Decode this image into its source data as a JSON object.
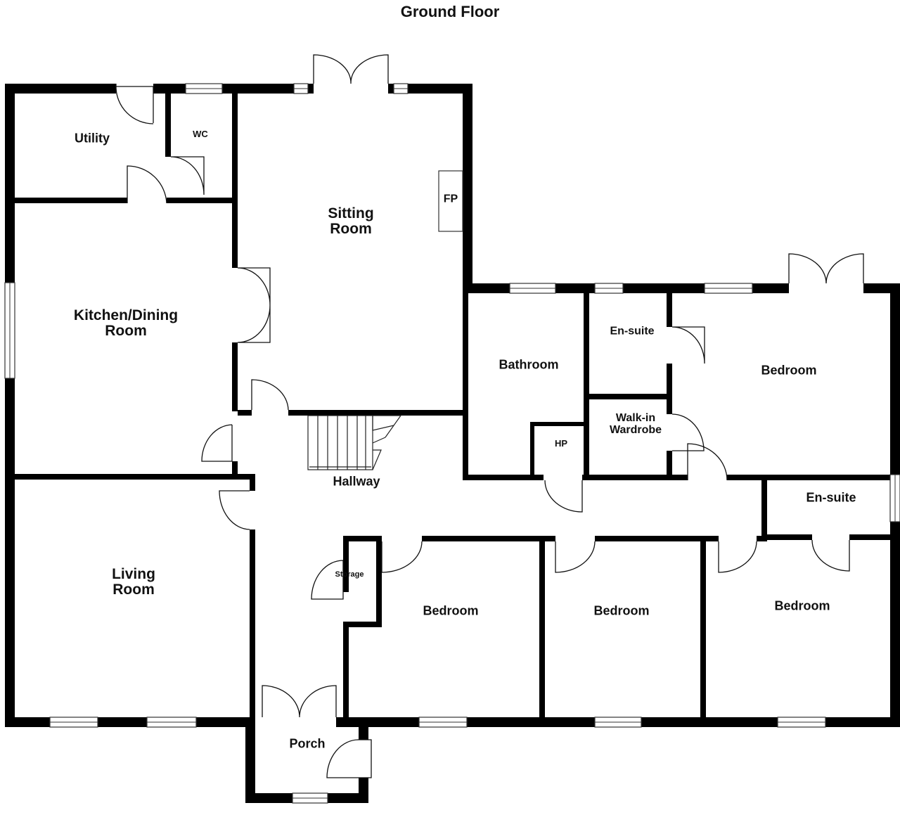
{
  "title": "Ground Floor",
  "rooms": {
    "utility": "Utility",
    "wc": "WC",
    "sitting_room": [
      "Sitting",
      "Room"
    ],
    "fireplace": "FP",
    "kitchen_dining": [
      "Kitchen/Dining",
      "Room"
    ],
    "living_room": [
      "Living",
      "Room"
    ],
    "hallway": "Hallway",
    "storage": "Storage",
    "porch": "Porch",
    "bathroom": "Bathroom",
    "hp": "HP",
    "ensuite_1": "En-suite",
    "walk_in_wardrobe": [
      "Walk-in",
      "Wardrobe"
    ],
    "bedroom_master": "Bedroom",
    "ensuite_2": "En-suite",
    "bedroom_1": "Bedroom",
    "bedroom_2": "Bedroom",
    "bedroom_3": "Bedroom"
  }
}
